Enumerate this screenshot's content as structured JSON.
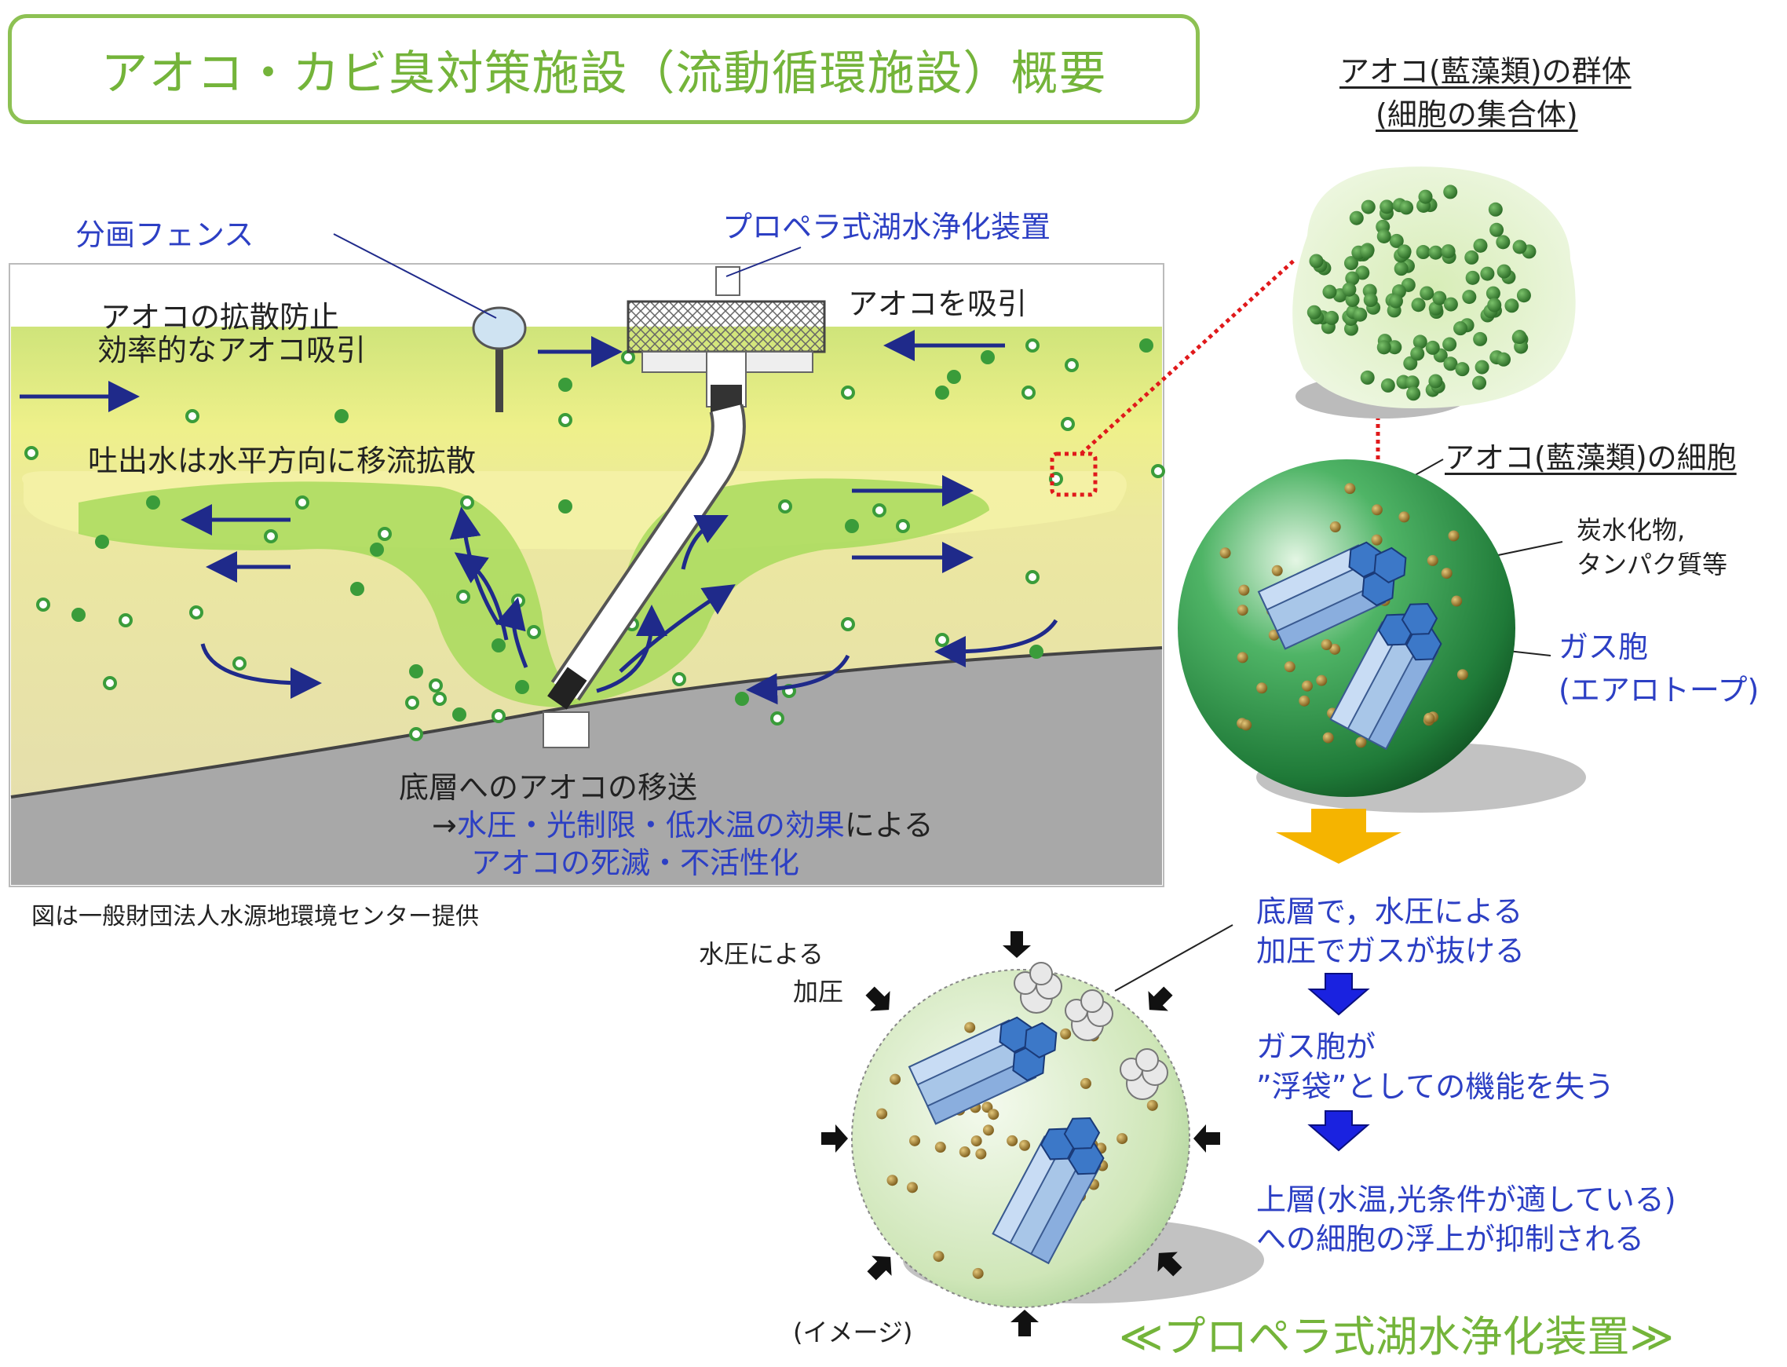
{
  "title": "アオコ・カビ臭対策施設（流動循環施設）概要",
  "diagram": {
    "fence_label": "分画フェンス",
    "propeller_label": "プロペラ式湖水浄化装置",
    "suction_label": "アオコを吸引",
    "diffusion_line1": "アオコの拡散防止",
    "diffusion_line2": "効率的なアオコ吸引",
    "discharge_label": "吐出水は水平方向に移流拡散",
    "bottom_line1": "底層へのアオコの移送",
    "bottom_line2_prefix": "→",
    "bottom_line2_blue": "水圧・光制限・低水温の効果",
    "bottom_line2_suffix": "による",
    "bottom_line3": "アオコの死滅・不活性化",
    "credit": "図は一般財団法人水源地環境センター提供"
  },
  "colony": {
    "line1": "アオコ(藍藻類)の群体",
    "line2": "(細胞の集合体)"
  },
  "cell": {
    "label": "アオコ(藍藻類)の細胞",
    "carb_line1": "炭水化物,",
    "carb_line2": "タンパク質等",
    "gas_line1": "ガス胞",
    "gas_line2": "(エアロトープ)"
  },
  "process": {
    "step1_line1": "底層で，水圧による",
    "step1_line2": "加圧でガスが抜ける",
    "step2_line1": "ガス胞が",
    "step2_line2": "”浮袋”としての機能を失う",
    "step3_line1": "上層(水温,光条件が適している)",
    "step3_line2": "への細胞の浮上が抑制される"
  },
  "pressure": {
    "line1": "水圧による",
    "line2": "加圧",
    "image_note": "(イメージ)"
  },
  "footer_title": "≪プロペラ式湖水浄化装置≫",
  "colors": {
    "title_green": "#74b43a",
    "blue_text": "#2c3fc4",
    "arrow_navy": "#1f2a8a",
    "orange_arrow": "#f5b400",
    "blue_arrow": "#1a22e0"
  }
}
